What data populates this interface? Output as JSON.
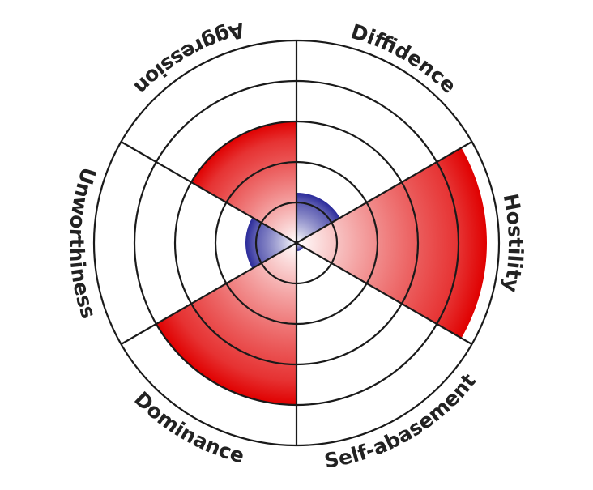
{
  "chart_data": {
    "type": "polar-area",
    "title": "",
    "rings": 5,
    "rmax": 5,
    "categories": [
      "Diffidence",
      "Hostility",
      "Self-abasement",
      "Dominance",
      "Unworthiness",
      "Aggression"
    ],
    "values": [
      1.24,
      4.7,
      0.2,
      4.0,
      1.26,
      3.0
    ],
    "colors": [
      "#2a2a9a",
      "#e00000",
      "#2a2a9a",
      "#e00000",
      "#2a2a9a",
      "#e00000"
    ],
    "grid": true
  }
}
